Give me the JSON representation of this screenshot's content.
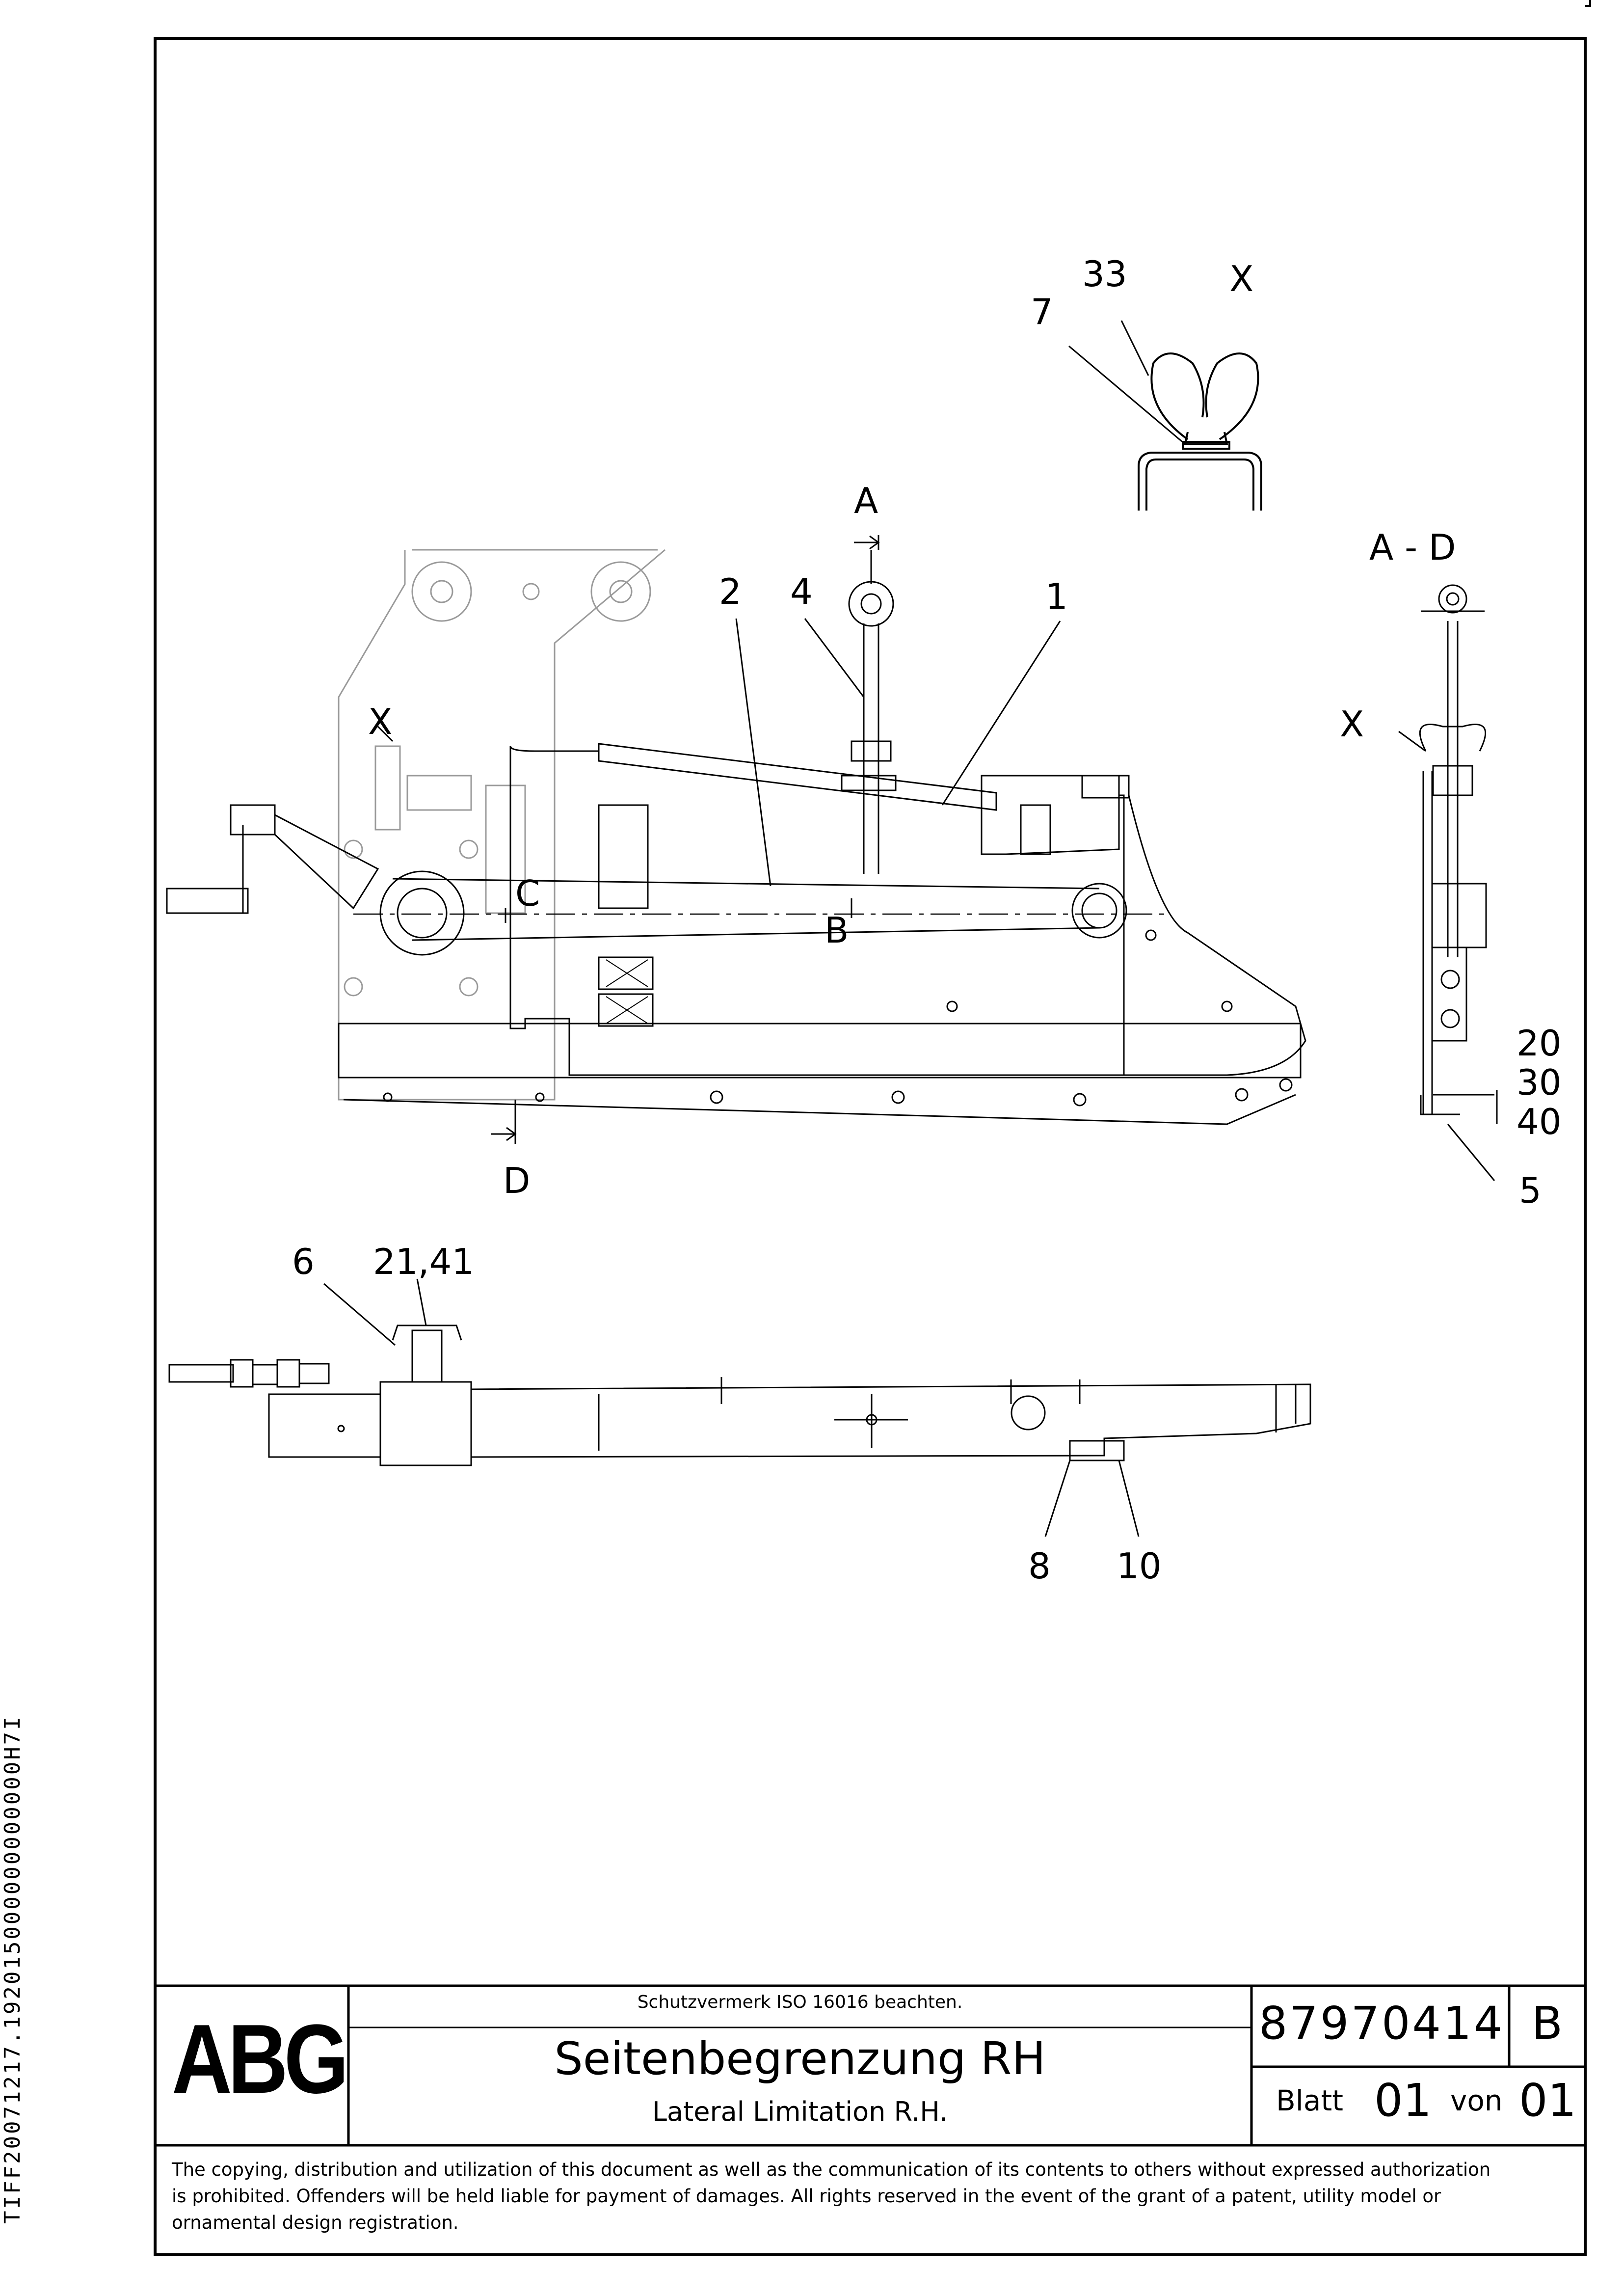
{
  "drawing": {
    "labels": {
      "view_x_top": "X",
      "item_33": "33",
      "item_7": "7",
      "section_a": "A",
      "item_2": "2",
      "item_4": "4",
      "item_1": "1",
      "view_x_side": "X",
      "section_c": "C",
      "section_b": "B",
      "section_d": "D",
      "section_ad": "A - D",
      "view_x_right": "X",
      "item_20": "20",
      "item_30": "30",
      "item_40": "40",
      "item_5": "5",
      "item_6": "6",
      "item_21_41": "21,41",
      "item_8": "8",
      "item_10": "10"
    }
  },
  "title_block": {
    "logo": "ABG",
    "protection_note": "Schutzvermerk ISO 16016 beachten.",
    "title_de": "Seitenbegrenzung RH",
    "title_en": "Lateral Limitation R.H.",
    "drawing_number": "87970414",
    "revision": "B",
    "sheet_label": "Blatt",
    "sheet_number": "01",
    "of_label": "von",
    "sheet_total": "01",
    "copyright": [
      "The copying, distribution and utilization of this document as well as the communication of its contents to others without expressed authorization",
      "is prohibited. Offenders will be held liable for payment of damages. All rights reserved in the event of the grant of a patent, utility model or",
      "ornamental design registration."
    ]
  },
  "side_id": "TIFF20071217.192015000000000000H7I"
}
